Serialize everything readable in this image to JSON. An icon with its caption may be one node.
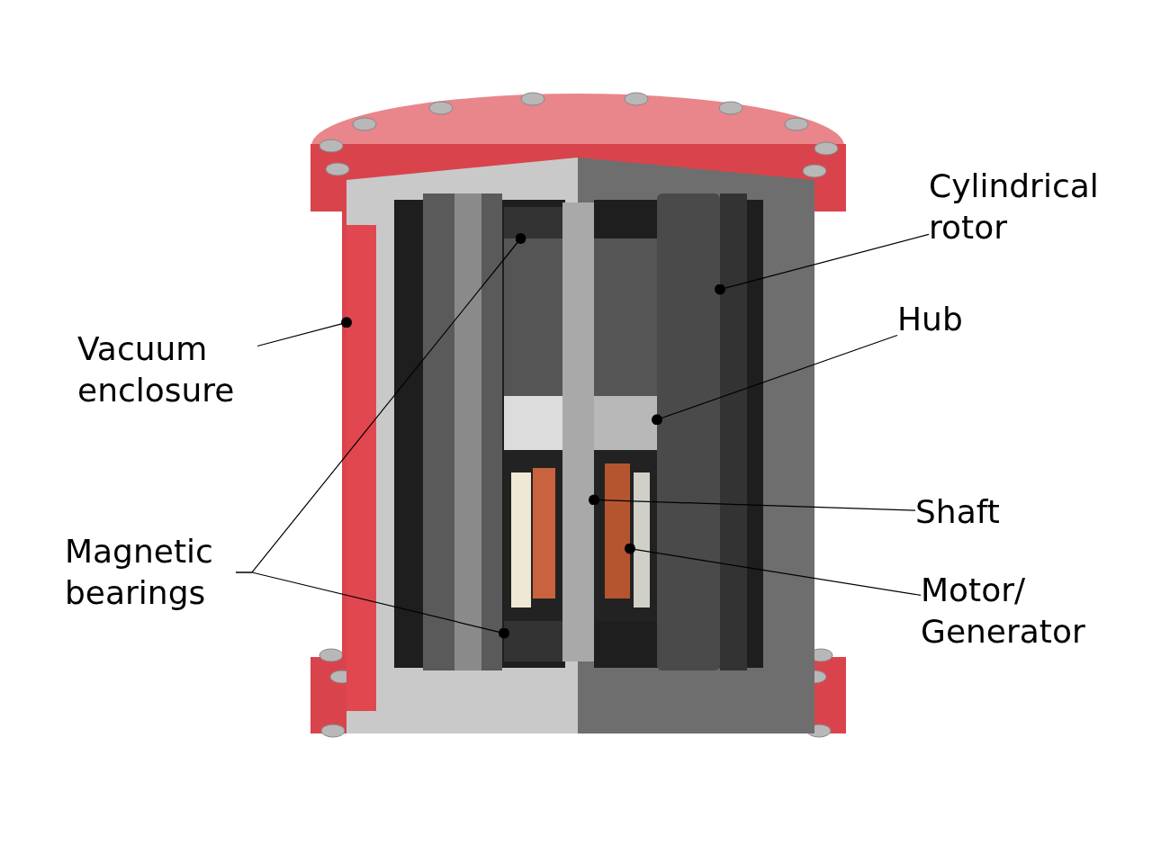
{
  "diagram": {
    "nodes": [
      {
        "text": [
          "Cylindrical rotor"
        ]
      },
      {
        "text": [
          "Hub"
        ]
      },
      {
        "text": [
          "Vacuum enclosure"
        ]
      },
      {
        "text": [
          "Shaft"
        ]
      },
      {
        "text": [
          "Magnetic bearings"
        ]
      },
      {
        "text": [
          "Motor/ Generator"
        ]
      },
      {
        "text": [],
        "shape": "bar"
      },
      {
        "text": [],
        "shape": "cylinder"
      },
      {
        "text": [],
        "shape": "box"
      },
      {
        "text": [],
        "shape": "bar"
      },
      {
        "text": [],
        "shape": "box"
      },
      {
        "text": [],
        "shape": "box"
      },
      {
        "text": [],
        "shape": "box"
      }
    ],
    "edges": [
      {
        "from": 0,
        "to": 7,
        "arrow": "other"
      },
      {
        "from": 1,
        "to": 8,
        "arrow": "other"
      },
      {
        "from": 2,
        "to": 6,
        "arrow": "other"
      },
      {
        "from": 3,
        "to": 9,
        "arrow": "other"
      },
      {
        "from": 4,
        "to": 11,
        "arrow": "other"
      },
      {
        "from": 4,
        "to": 12,
        "arrow": "other"
      },
      {
        "from": 5,
        "to": 10,
        "arrow": "other"
      }
    ]
  }
}
